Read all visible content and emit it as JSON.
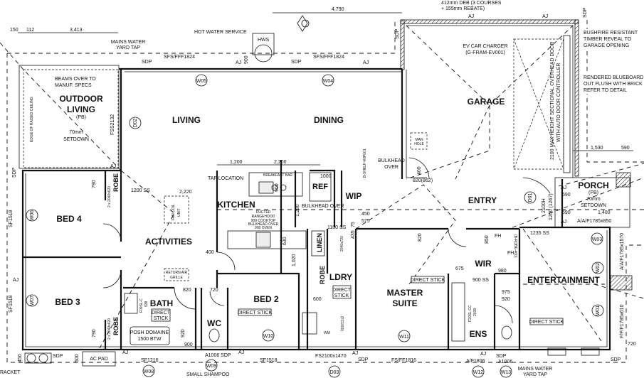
{
  "rooms": {
    "outdoor_living": [
      "OUTDOOR",
      "LIVING"
    ],
    "outdoor_living_sub": "(PB)",
    "outdoor_setdown": [
      "70mm",
      "SETDOWN"
    ],
    "living": "LIVING",
    "dining": "DINING",
    "garage": "GARAGE",
    "kitchen": "KITCHEN",
    "wip": "WIP",
    "entry": "ENTRY",
    "porch": "PORCH",
    "porch_sub": "(PB)",
    "porch_setdown": [
      "70mm",
      "SETDOWN"
    ],
    "bed4": "BED 4",
    "bed3": "BED 3",
    "activities": "ACTIVITIES",
    "bath": "BATH",
    "wc": "WC",
    "bed2": "BED 2",
    "ldry": "LDRY",
    "master_suite": [
      "MASTER",
      "SUITE"
    ],
    "wir": "WIR",
    "ens": "ENS",
    "entertainment": "ENTERTAINMENT",
    "robe": "ROBE",
    "linen": "LINEN",
    "ref": "REF"
  },
  "annotations": {
    "hot_water_service": "HOT WATER SERVICE",
    "hws": "HWS",
    "mains_water_top": [
      "MAINS WATER",
      "YARD TAP"
    ],
    "mains_water_bottom": [
      "MAINS WATER",
      "YARD TAP"
    ],
    "beams": [
      "BEAMS OVER TO",
      "MANUF. SPECS"
    ],
    "edge_ceiling": "EDGE OF RAISED CEILING",
    "deb": [
      "412mm DEB (3 COURSES",
      "+ 155mm REBATE)"
    ],
    "ev_charger": [
      "EV CAR CHARGER",
      "(G-FRAM-EV001)"
    ],
    "bushfire": [
      "BUSHFIRE RESISTANT",
      "TIMBER REVEAL TO",
      "GARAGE OPENING"
    ],
    "rendered": [
      "RENDERED BLUEBOARD",
      "OUT FLUSH WITH BRICK",
      "REFER TO DETAIL"
    ],
    "garage_door": [
      "2100 MAX HEIGHT SECTIONAL OVERHEAD DOOR",
      "WITH AUTO DOOR CONTROLLER"
    ],
    "man_hole": [
      "MAN",
      "HOLE"
    ],
    "bulkhead_over": [
      "BULKHEAD",
      "OVER"
    ],
    "bulkhead_over_kitchen": "BULKHEAD OVER",
    "tap_location": "TAP LOCATION",
    "breakfast_bar": "BREAKFAST BAR",
    "rangehood": [
      "DUCTED",
      "RANGEHOOD",
      "900 COOKTOP",
      "BULKHEAD OVER",
      "900 OVEN"
    ],
    "fan_coil": [
      "FAN COIL",
      "UNIT"
    ],
    "return_air": [
      "RETURN AIR",
      "GRILLE"
    ],
    "posh_domaine": [
      "POSH DOMAINE",
      "1500 BTW"
    ],
    "direct_stick": "DIRECT STICK",
    "direct_stick_2": [
      "DIRECT",
      "STICK"
    ],
    "ac_pad": "AC PAD",
    "bracket": "RACKET",
    "small_shampoo": "SMALL SHAMPOO",
    "wm": "WM",
    "fc1000": "(FC1000)",
    "fh": "FH",
    "b_robe": "(B-ROBE-400)",
    "b_shelf": "B-SHELF-WIP001",
    "vanity_bath": [
      "F09SL-C",
      "938"
    ],
    "vanity_ens": [
      "F20SL-CC",
      "2038"
    ],
    "robe_doors": "2 x 2040x620",
    "linen_door": "2040x720",
    "sdp": "SDP",
    "aj": "AJ"
  },
  "windows": {
    "top_sfs_1": "SFS/FFF1824",
    "top_sfs_2": "SFS/FFF1824",
    "fss2132": "FSS2132",
    "sf1518_a": "SF1518",
    "sf1518_b": "SF1518",
    "sf1216": "SF1216",
    "a1006_sdp": "A1006 SDP",
    "sf1518_c": "SF1518",
    "fs2100": "FS2100x1470",
    "fsff1816": "FS/FF1816",
    "af1806": "A/F1806",
    "a1006": "A1006",
    "aaf1785x850": "A/A/F1785x850",
    "aaf1785x1570": "A/A/F1785x1570",
    "fff1785x610": "F/F/F1785x610",
    "door_2100h": "2100H",
    "door_1200": "1200 (1267)"
  },
  "tags": [
    "W05",
    "W04",
    "D02",
    "W06",
    "W07",
    "W08",
    "W09",
    "W10",
    "W11",
    "W12",
    "W13",
    "D03",
    "D01",
    "W03",
    "W02",
    "W01"
  ],
  "dimensions": {
    "d150": "150",
    "d112": "112",
    "d3413": "3,413",
    "d4790": "4,790",
    "d1200": "1,200",
    "d2200": "2,200",
    "d1530": "1,530",
    "d590": "590",
    "d900": "900",
    "d1000": "1000",
    "d450": "450",
    "d575": "575",
    "d400": "400",
    "d620": "820(862)",
    "d1280": "1,280",
    "d630": "630",
    "d1020": "1,020",
    "d1100ss": "1100 SS",
    "d1200ss": "1200 SS",
    "d2220": "2,220",
    "d820": "820",
    "d720": "720",
    "d790": "790",
    "d920": "920",
    "d500": "500",
    "d675": "675",
    "d900ss": "900 SS",
    "d980": "980",
    "d975": "975",
    "d850": "850",
    "d1235ss": "1235 SS",
    "d1400": "1,400",
    "d435": "435",
    "d75": "75",
    "d600": "600"
  }
}
